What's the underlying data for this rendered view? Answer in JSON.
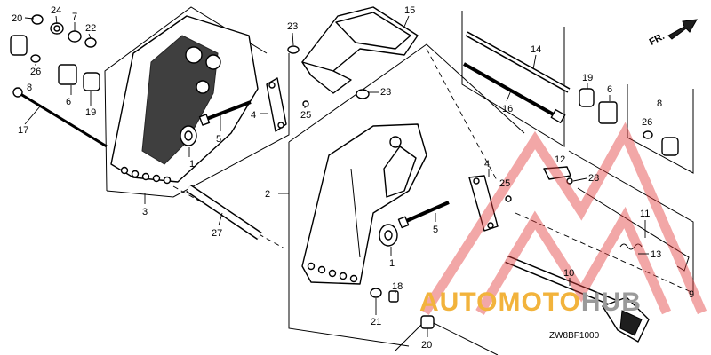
{
  "diagram": {
    "callouts": [
      {
        "id": "c20a",
        "label": "20"
      },
      {
        "id": "c24",
        "label": "24"
      },
      {
        "id": "c7",
        "label": "7"
      },
      {
        "id": "c22",
        "label": "22"
      },
      {
        "id": "c26a",
        "label": "26"
      },
      {
        "id": "c8a",
        "label": "8"
      },
      {
        "id": "c6a",
        "label": "6"
      },
      {
        "id": "c19a",
        "label": "19"
      },
      {
        "id": "c17",
        "label": "17"
      },
      {
        "id": "c3",
        "label": "3"
      },
      {
        "id": "c1a",
        "label": "1"
      },
      {
        "id": "c5a",
        "label": "5"
      },
      {
        "id": "c4a",
        "label": "4"
      },
      {
        "id": "c25a",
        "label": "25"
      },
      {
        "id": "c23a",
        "label": "23"
      },
      {
        "id": "c23b",
        "label": "23"
      },
      {
        "id": "c15",
        "label": "15"
      },
      {
        "id": "c14",
        "label": "14"
      },
      {
        "id": "c16",
        "label": "16"
      },
      {
        "id": "c19b",
        "label": "19"
      },
      {
        "id": "c6b",
        "label": "6"
      },
      {
        "id": "c8b",
        "label": "8"
      },
      {
        "id": "c26b",
        "label": "26"
      },
      {
        "id": "c2",
        "label": "2"
      },
      {
        "id": "c27",
        "label": "27"
      },
      {
        "id": "c4b",
        "label": "4"
      },
      {
        "id": "c25b",
        "label": "25"
      },
      {
        "id": "c5b",
        "label": "5"
      },
      {
        "id": "c1b",
        "label": "1"
      },
      {
        "id": "c12",
        "label": "12"
      },
      {
        "id": "c28",
        "label": "28"
      },
      {
        "id": "c11",
        "label": "11"
      },
      {
        "id": "c13",
        "label": "13"
      },
      {
        "id": "c9",
        "label": "9"
      },
      {
        "id": "c10",
        "label": "10"
      },
      {
        "id": "c18",
        "label": "18"
      },
      {
        "id": "c21",
        "label": "21"
      },
      {
        "id": "c20b",
        "label": "20"
      }
    ],
    "direction_label": "FR.",
    "diagram_code": "ZW8BF1000"
  },
  "watermark": {
    "brand_part1": "AUTOMOTO",
    "brand_part2": "HUB",
    "color_part1": "#f2b33c",
    "color_part2": "#9a9a9a",
    "logo_color": "#e23b3b"
  }
}
